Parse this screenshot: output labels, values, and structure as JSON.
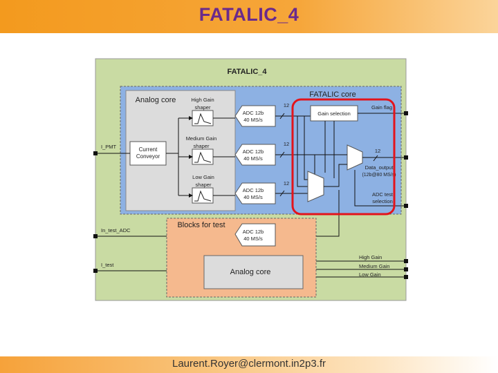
{
  "slide": {
    "title": "FATALIC_4",
    "footer": "Laurent.Royer@clermont.in2p3.fr"
  },
  "diagram": {
    "chip_title": "FATALIC_4",
    "fatalic_core_label": "FATALIC core",
    "analog_core_label": "Analog core",
    "blocks_for_test_label": "Blocks for test",
    "test_analog_core_label": "Analog core",
    "current_conveyor": [
      "Current",
      "Conveyor"
    ],
    "shapers": [
      {
        "gain": "High Gain",
        "label": "shaper"
      },
      {
        "gain": "Medium Gain",
        "label": "shaper"
      },
      {
        "gain": "Low Gain",
        "label": "shaper"
      }
    ],
    "adc": {
      "line1": "ADC 12b",
      "line2": "40 MS/s"
    },
    "bus_width": "12",
    "gain_selection": "Gain selection",
    "gain_flag": "Gain flag",
    "data_output": [
      "Data_output",
      "(12b@80 MS/s)"
    ],
    "adc_test_selection": [
      "ADC test",
      "selection"
    ],
    "inputs": {
      "i_pmt": "I_PMT",
      "in_test_adc": "In_test_ADC",
      "i_test": "I_test"
    },
    "test_outputs": [
      "High Gain",
      "Medium Gain",
      "Low Gain"
    ],
    "colors": {
      "chip_bg": "#c9dba3",
      "core_bg": "#8db1e3",
      "analog_bg": "#dcdcdc",
      "test_bg": "#f5b98e",
      "highlight": "#e3141b"
    }
  }
}
